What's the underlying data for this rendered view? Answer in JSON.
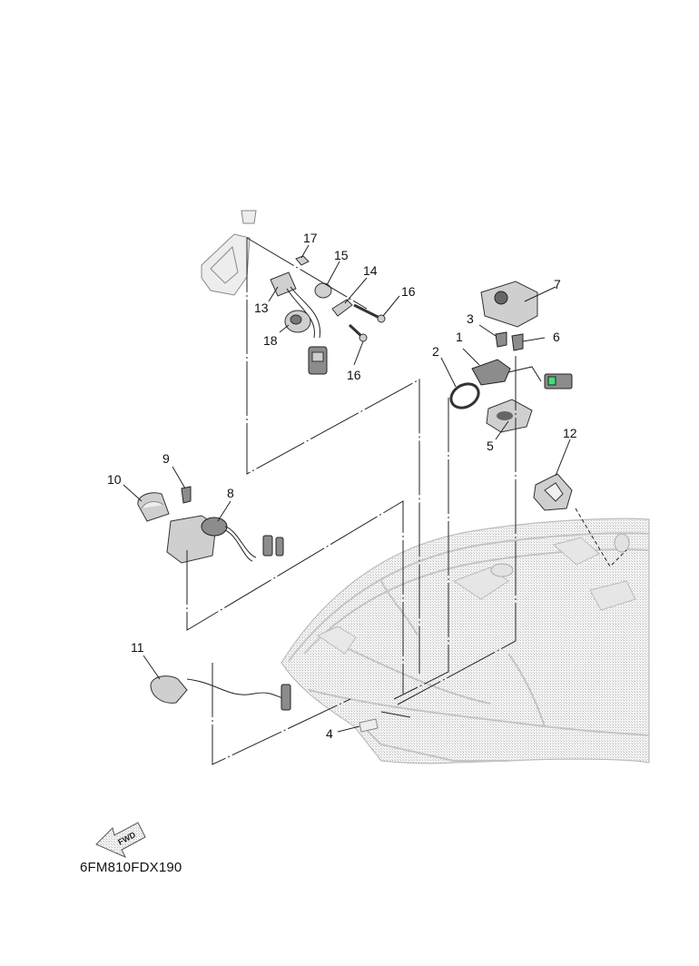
{
  "diagram_code": "6FM810FDX190",
  "fwd_label": "FWD",
  "callouts": [
    {
      "id": "c1",
      "text": "1"
    },
    {
      "id": "c2",
      "text": "2"
    },
    {
      "id": "c3",
      "text": "3"
    },
    {
      "id": "c4",
      "text": "4"
    },
    {
      "id": "c5",
      "text": "5"
    },
    {
      "id": "c6",
      "text": "6"
    },
    {
      "id": "c7",
      "text": "7"
    },
    {
      "id": "c8",
      "text": "8"
    },
    {
      "id": "c9",
      "text": "9"
    },
    {
      "id": "c10",
      "text": "10"
    },
    {
      "id": "c11",
      "text": "11"
    },
    {
      "id": "c12",
      "text": "12"
    },
    {
      "id": "c13",
      "text": "13"
    },
    {
      "id": "c14",
      "text": "14"
    },
    {
      "id": "c15",
      "text": "15"
    },
    {
      "id": "c16a",
      "text": "16"
    },
    {
      "id": "c16b",
      "text": "16"
    },
    {
      "id": "c17",
      "text": "17"
    },
    {
      "id": "c18",
      "text": "18"
    }
  ]
}
